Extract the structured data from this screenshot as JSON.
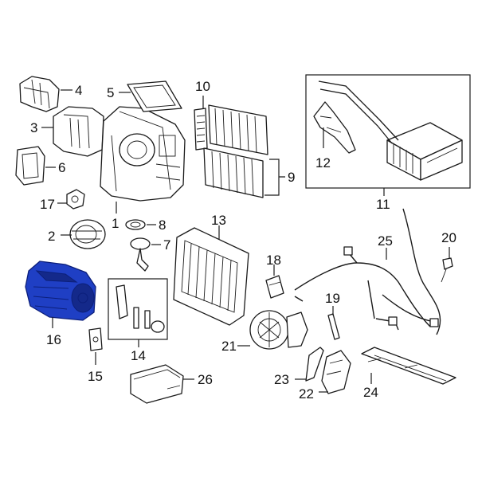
{
  "diagram": {
    "highlight_color": "#1f3fc4",
    "callouts": [
      {
        "id": "c1",
        "text": "1"
      },
      {
        "id": "c2",
        "text": "2"
      },
      {
        "id": "c3",
        "text": "3"
      },
      {
        "id": "c4",
        "text": "4"
      },
      {
        "id": "c5",
        "text": "5"
      },
      {
        "id": "c6",
        "text": "6"
      },
      {
        "id": "c7",
        "text": "7"
      },
      {
        "id": "c8",
        "text": "8"
      },
      {
        "id": "c9",
        "text": "9"
      },
      {
        "id": "c10",
        "text": "10"
      },
      {
        "id": "c11",
        "text": "11"
      },
      {
        "id": "c12",
        "text": "12"
      },
      {
        "id": "c13",
        "text": "13"
      },
      {
        "id": "c14",
        "text": "14"
      },
      {
        "id": "c15",
        "text": "15"
      },
      {
        "id": "c16",
        "text": "16"
      },
      {
        "id": "c17",
        "text": "17"
      },
      {
        "id": "c18",
        "text": "18"
      },
      {
        "id": "c19",
        "text": "19"
      },
      {
        "id": "c20",
        "text": "20"
      },
      {
        "id": "c21",
        "text": "21"
      },
      {
        "id": "c22",
        "text": "22"
      },
      {
        "id": "c23",
        "text": "23"
      },
      {
        "id": "c24",
        "text": "24"
      },
      {
        "id": "c25",
        "text": "25"
      },
      {
        "id": "c26",
        "text": "26"
      }
    ]
  }
}
